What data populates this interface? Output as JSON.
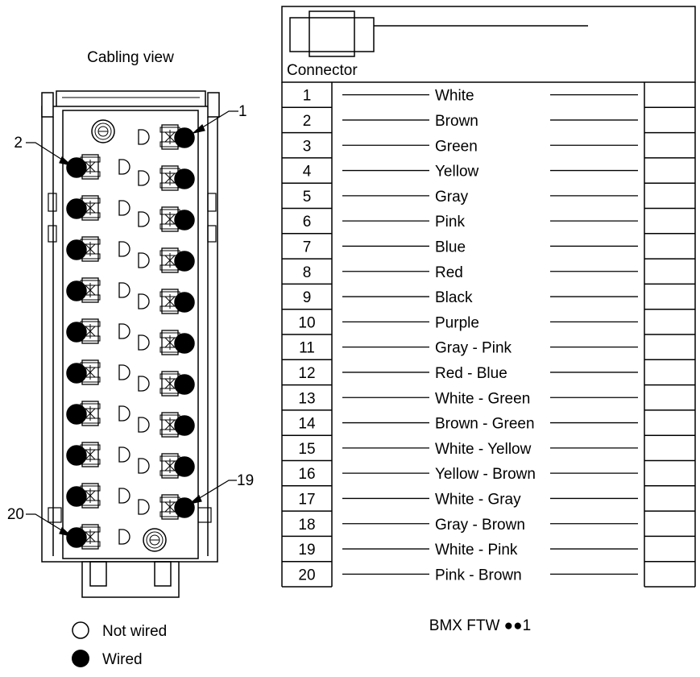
{
  "left_panel": {
    "title": "Cabling view",
    "callouts": {
      "pin1": "1",
      "pin2": "2",
      "pin19": "19",
      "pin20": "20"
    },
    "legend": [
      {
        "symbol": "open-circle-icon",
        "label": "Not wired"
      },
      {
        "symbol": "filled-circle-icon",
        "label": "Wired"
      }
    ],
    "pins_per_side": 10,
    "all_pins_wired": true
  },
  "right_panel": {
    "connector_label": "Connector",
    "rows": [
      {
        "pin": "1",
        "color": "White"
      },
      {
        "pin": "2",
        "color": "Brown"
      },
      {
        "pin": "3",
        "color": "Green"
      },
      {
        "pin": "4",
        "color": "Yellow"
      },
      {
        "pin": "5",
        "color": "Gray"
      },
      {
        "pin": "6",
        "color": "Pink"
      },
      {
        "pin": "7",
        "color": "Blue"
      },
      {
        "pin": "8",
        "color": "Red"
      },
      {
        "pin": "9",
        "color": "Black"
      },
      {
        "pin": "10",
        "color": "Purple"
      },
      {
        "pin": "11",
        "color": "Gray - Pink"
      },
      {
        "pin": "12",
        "color": "Red - Blue"
      },
      {
        "pin": "13",
        "color": "White - Green"
      },
      {
        "pin": "14",
        "color": "Brown - Green"
      },
      {
        "pin": "15",
        "color": "White - Yellow"
      },
      {
        "pin": "16",
        "color": "Yellow - Brown"
      },
      {
        "pin": "17",
        "color": "White - Gray"
      },
      {
        "pin": "18",
        "color": "Gray - Brown"
      },
      {
        "pin": "19",
        "color": "White - Pink"
      },
      {
        "pin": "20",
        "color": "Pink - Brown"
      }
    ],
    "cable_ref": "BMX FTW ●●1"
  }
}
